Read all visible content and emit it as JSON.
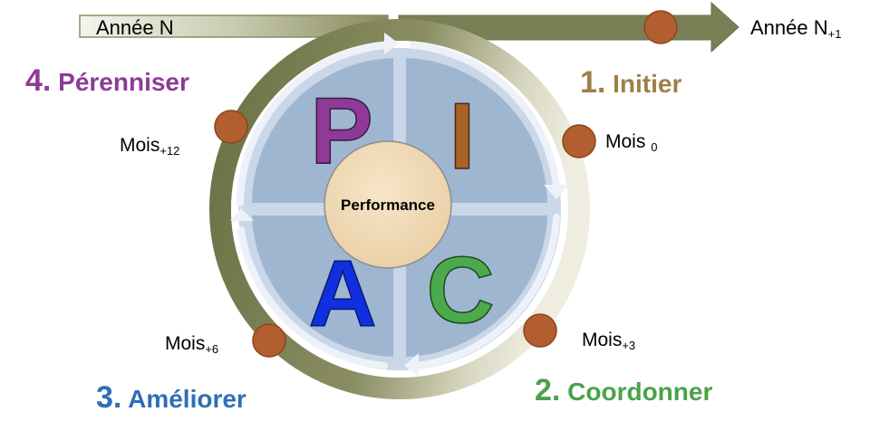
{
  "timeline": {
    "year_start": "Année N",
    "year_end_base": "Année N",
    "year_end_sub": "+1",
    "color": "#7a8055"
  },
  "phases": [
    {
      "number": "1.",
      "label": "Initier",
      "color": "#9e7f4a"
    },
    {
      "number": "2.",
      "label": "Coordonner",
      "color": "#4aa24a"
    },
    {
      "number": "3.",
      "label": "Améliorer",
      "color": "#2e6fb5"
    },
    {
      "number": "4.",
      "label": "Pérenniser",
      "color": "#8e3a96"
    }
  ],
  "months": [
    {
      "base": "Mois",
      "sub": "0"
    },
    {
      "base": "Mois",
      "sub": "+3"
    },
    {
      "base": "Mois",
      "sub": "+6"
    },
    {
      "base": "Mois",
      "sub": "+12"
    }
  ],
  "quadrants": [
    {
      "letter": "P",
      "color": "#8e3a96"
    },
    {
      "letter": "I",
      "color": "#a86428"
    },
    {
      "letter": "C",
      "color": "#4caa4c"
    },
    {
      "letter": "A",
      "color": "#1030e0"
    }
  ],
  "center": {
    "label": "Performance",
    "fill": "#f2dcb8"
  },
  "colors": {
    "quadrant_fill": "#9fb6d1",
    "inner_ring": "#c9d7e8",
    "milestone": "#b35e2e",
    "outer_ring_dark": "#6f7448",
    "outer_ring_light": "#e4e2d0"
  }
}
